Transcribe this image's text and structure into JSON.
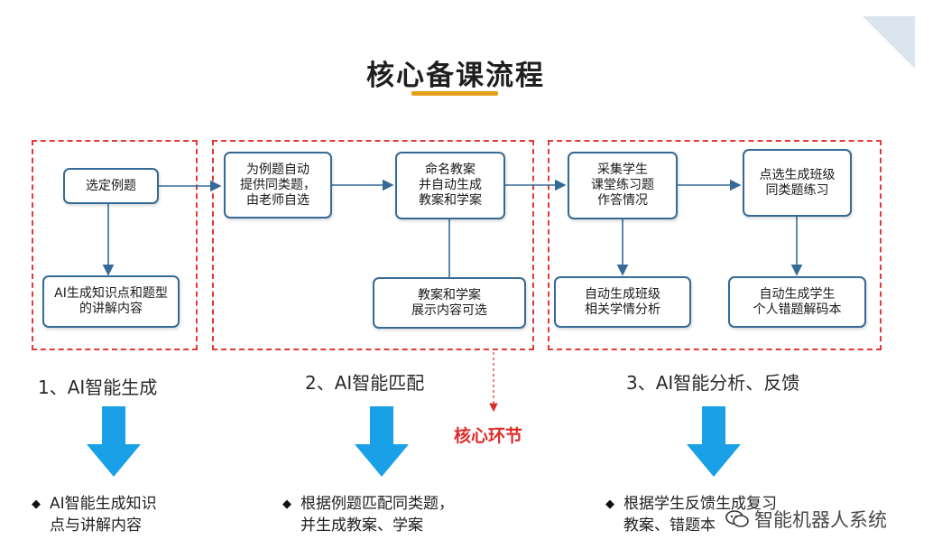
{
  "title": "核心备课流程",
  "sections": [
    {
      "label": "1、AI智能生成",
      "nodes": {
        "a": "选定例题",
        "b": "AI生成知识点和题型\n的讲解内容"
      },
      "bullet": "AI智能生成知识\n点与讲解内容"
    },
    {
      "label": "2、AI智能匹配",
      "nodes": {
        "a": "为例题自动\n提供同类题，\n由老师自选",
        "b": "命名教案\n并自动生成\n教案和学案",
        "c": "教案和学案\n展示内容可选"
      },
      "bullet": "根据例题匹配同类题，\n并生成教案、学案"
    },
    {
      "label": "3、AI智能分析、反馈",
      "nodes": {
        "a": "采集学生\n课堂练习题\n作答情况",
        "b": "点选生成班级\n同类题练习",
        "c": "自动生成班级\n相关学情分析",
        "d": "自动生成学生\n个人错题解码本"
      },
      "bullet": "根据学生反馈生成复习\n教案、错题本"
    }
  ],
  "core_label": "核心环节",
  "watermark": "智能机器人系统",
  "colors": {
    "dashed_border": "#e23a3a",
    "node_border": "#356a96",
    "big_arrow": "#1aa0e6",
    "underline": "#e6a11c",
    "core_text": "#e02b2b"
  }
}
